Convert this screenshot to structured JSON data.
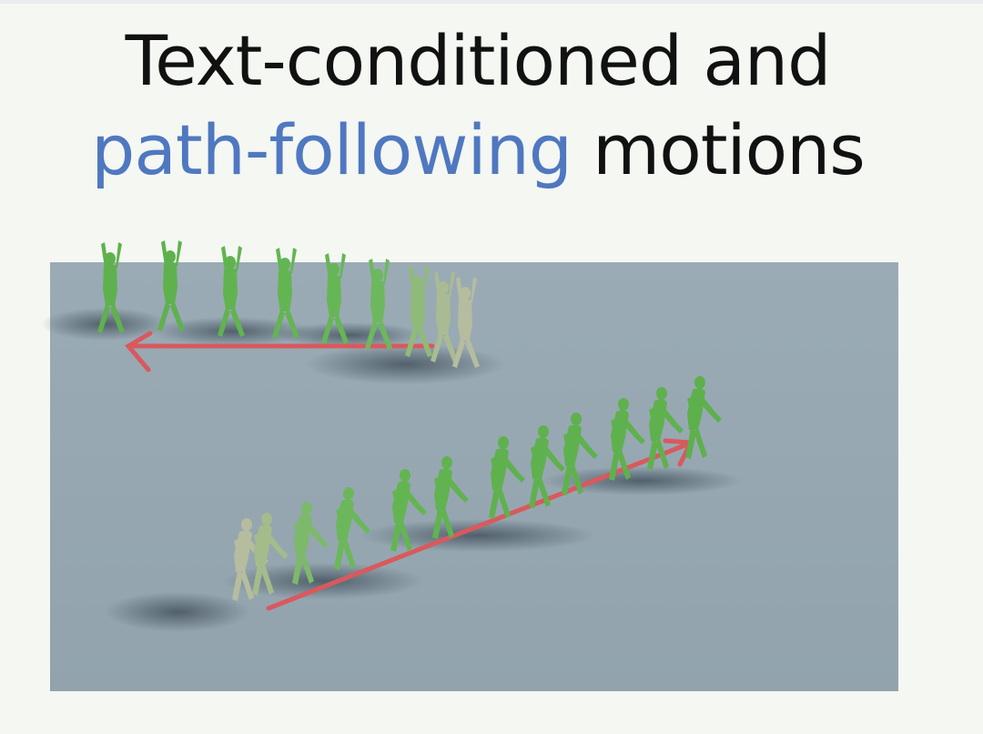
{
  "heading": {
    "line1": "Text-conditioned and",
    "accent": "path-following",
    "line2_rest": "motions"
  },
  "colors": {
    "background": "#f4f7f2",
    "accent_text": "#4f78c1",
    "floor": "#96a7b1",
    "figure_green": "#5fb14e",
    "figure_fade": "#b6bc9e",
    "path_red": "#d9595d"
  },
  "scene": {
    "description_icon": "humanoid-figure-icon",
    "upper_sequence_count": 9,
    "lower_sequence_count": 12
  }
}
